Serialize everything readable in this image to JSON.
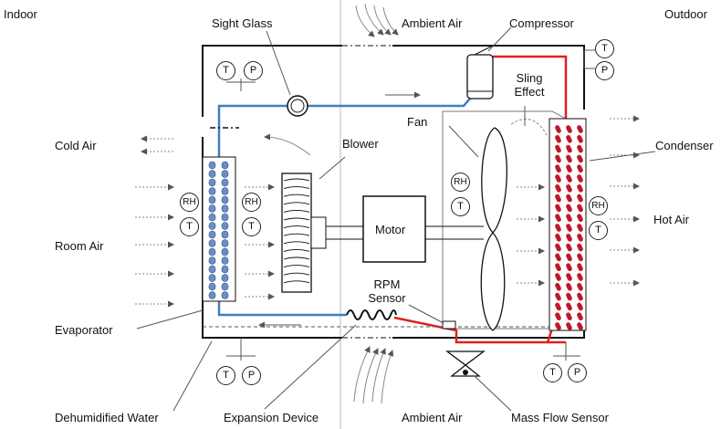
{
  "labels": {
    "indoor": "Indoor",
    "outdoor": "Outdoor",
    "sight_glass": "Sight Glass",
    "ambient_air_top": "Ambient Air",
    "compressor": "Compressor",
    "sling_effect_line1": "Sling",
    "sling_effect_line2": "Effect",
    "fan": "Fan",
    "blower": "Blower",
    "condenser": "Condenser",
    "cold_air": "Cold Air",
    "room_air": "Room Air",
    "motor": "Motor",
    "hot_air": "Hot Air",
    "rpm_sensor_line1": "RPM",
    "rpm_sensor_line2": "Sensor",
    "evaporator": "Evaporator",
    "dehumidified_water": "Dehumidified Water",
    "expansion_device": "Expansion Device",
    "ambient_air_bottom": "Ambient Air",
    "mass_flow_sensor": "Mass Flow Sensor"
  },
  "sensors": {
    "t": "T",
    "p": "P",
    "rh": "RH"
  },
  "colors": {
    "cold_line": "#3d7fc1",
    "hot_line": "#e02020",
    "frame": "#111111",
    "condenser_fin": "#c0182a",
    "evaporator_fin": "#6b8fc4"
  }
}
